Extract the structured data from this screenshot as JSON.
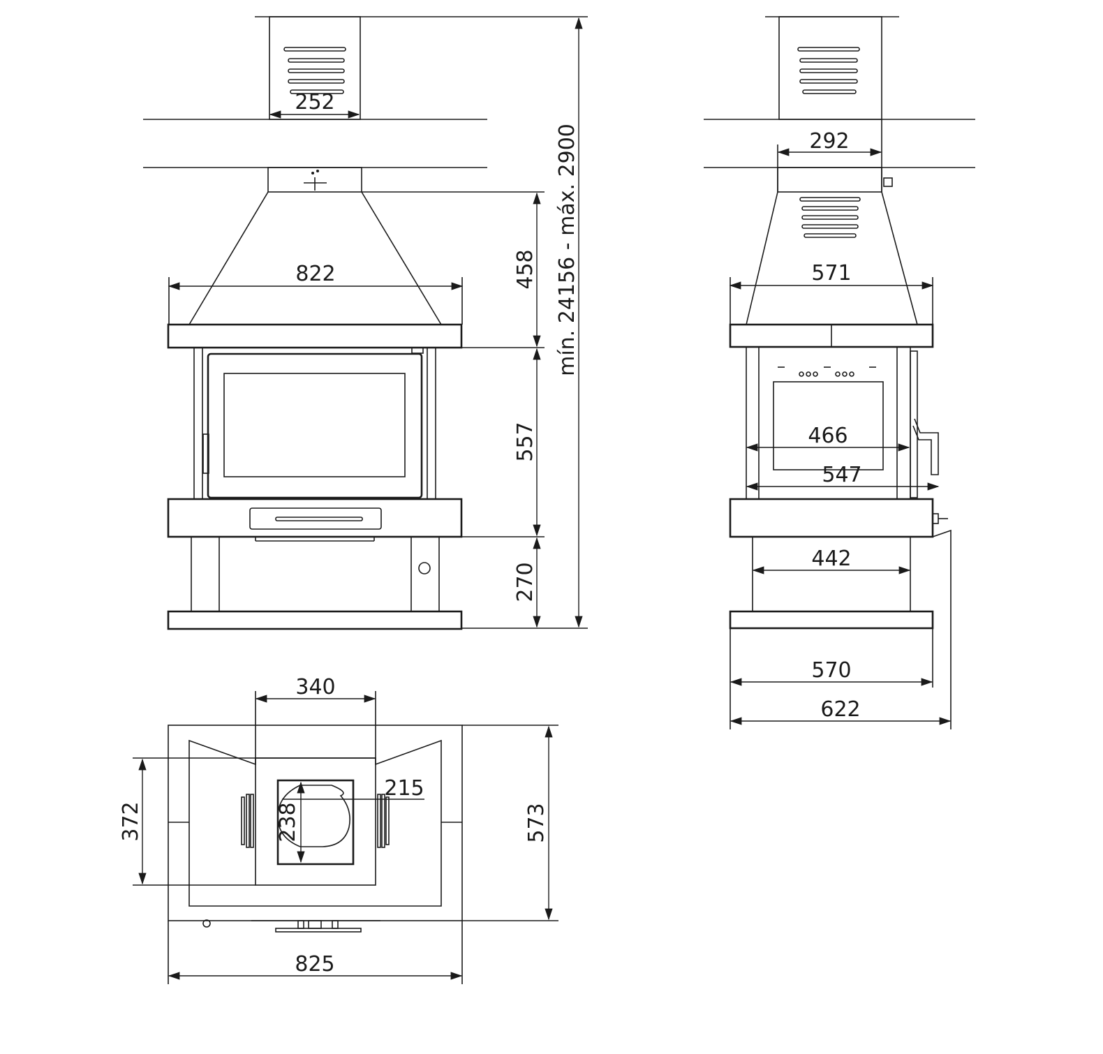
{
  "front_view": {
    "dim_flue_width": "252",
    "dim_hood_width": "822",
    "dim_hood_height": "458",
    "dim_firebox_height": "557",
    "dim_base_height": "270",
    "dim_total_height": "mín. 24156 - máx. 2900"
  },
  "side_view": {
    "dim_flue_width": "292",
    "dim_hood_width": "571",
    "dim_inner_width": "466",
    "dim_firebox_width": "547",
    "dim_base_inner": "442",
    "dim_base_width": "570",
    "dim_total_depth": "622"
  },
  "top_view": {
    "dim_flue_box": "340",
    "dim_outlet_w": "215",
    "dim_outlet_h": "238",
    "dim_depth_inner": "372",
    "dim_depth_total": "573",
    "dim_width_total": "825"
  }
}
